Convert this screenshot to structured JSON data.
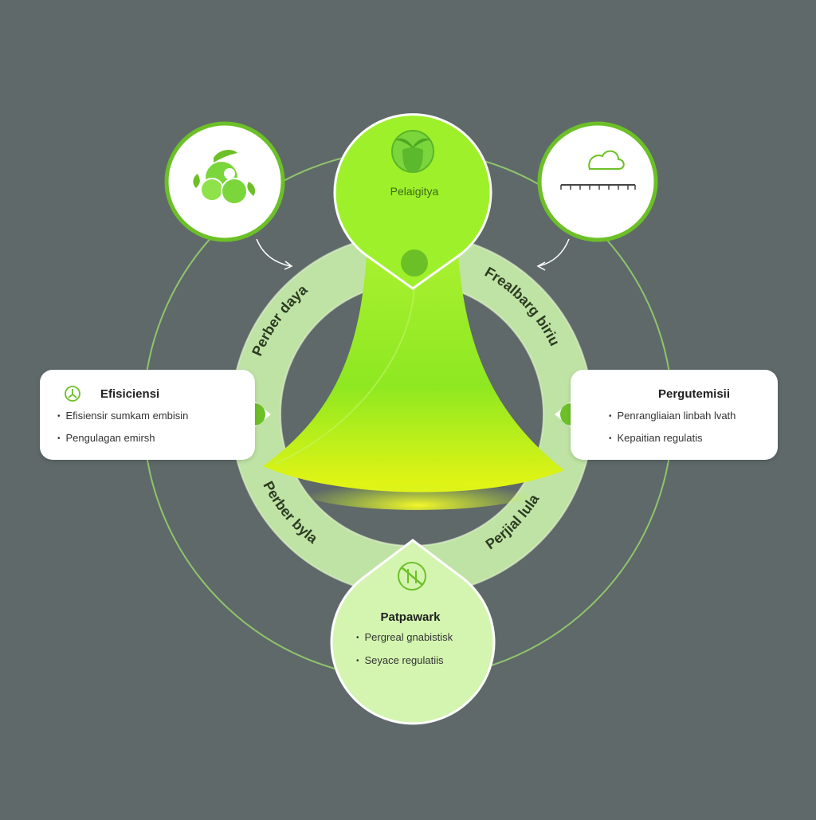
{
  "center": {
    "label": "Pelaigitya",
    "icon": "plant-pod-icon"
  },
  "ring_labels": {
    "top_left": "Perber daya",
    "top_right": "Frealbarg biriu",
    "bottom_left": "Perber byla",
    "bottom_right": "Perjial lula"
  },
  "left_card": {
    "icon": "efficiency-icon",
    "title": "Efisiciensi",
    "items": [
      "Efisiensir sumkam embisin",
      "Pengulagan emirsh"
    ]
  },
  "right_card": {
    "title": "Pergutemisii",
    "items": [
      "Penrangliaian linbah lvath",
      "Kepaitian regulatis"
    ]
  },
  "bottom_node": {
    "icon": "no-emission-icon",
    "title": "Patpawark",
    "items": [
      "Pergreal gnabistisk",
      "Seyace regulatiis"
    ]
  },
  "satellite_left_icon": "leaf-cluster-icon",
  "satellite_right_icon": "cloud-water-icon",
  "colors": {
    "background": "#5f6969",
    "ring": "#bfe3a4",
    "lime": "#9ef02b",
    "accent_green": "#6cc027",
    "bottom_bubble": "#d4f5b0"
  }
}
